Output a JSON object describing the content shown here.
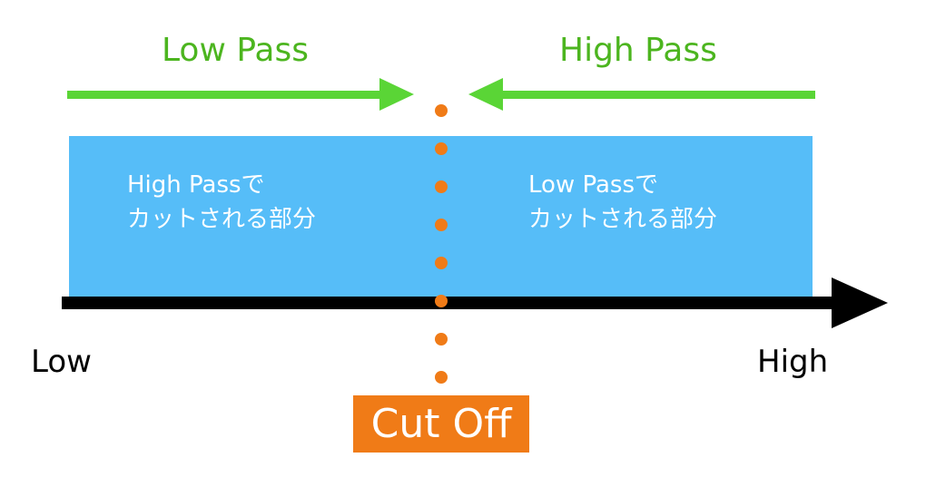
{
  "labels": {
    "low_pass": "Low Pass",
    "high_pass": "High Pass",
    "left_region": [
      "High Passで",
      "カットされる部分"
    ],
    "right_region": [
      "Low Passで",
      "カットされる部分"
    ],
    "axis_low": "Low",
    "axis_high": "High",
    "cutoff": "Cut Off"
  },
  "colors": {
    "pass_arrow": "#5ad536",
    "pass_text": "#4cb51f",
    "region_fill": "#56bdf8",
    "axis": "#000000",
    "cutoff_dots": "#f07b17",
    "cutoff_badge": "#f07b17"
  }
}
